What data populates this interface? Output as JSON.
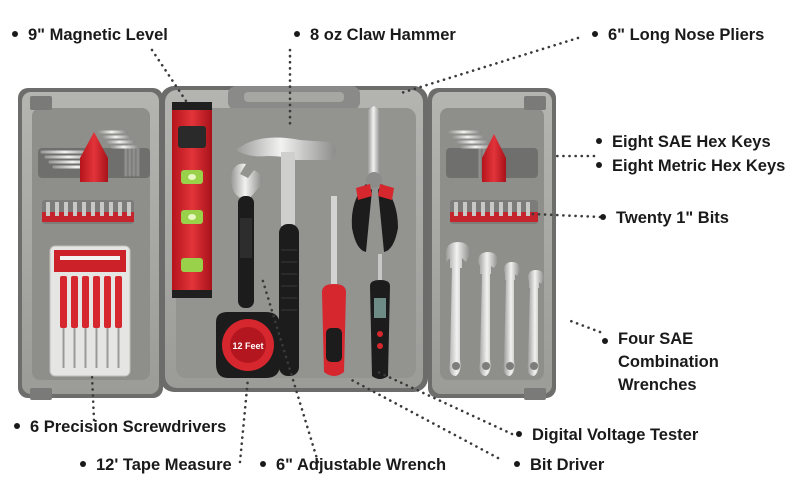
{
  "labels": {
    "magnetic_level": "9\" Magnetic Level",
    "claw_hammer": "8 oz Claw Hammer",
    "long_nose_pliers": "6\" Long Nose Pliers",
    "sae_hex_keys": "Eight SAE Hex Keys",
    "metric_hex_keys": "Eight Metric Hex Keys",
    "bits": "Twenty 1\" Bits",
    "combo_wrenches_line1": "Four SAE",
    "combo_wrenches_line2": "Combination",
    "combo_wrenches_line3": "Wrenches",
    "precision_screwdrivers": "6 Precision Screwdrivers",
    "tape_measure": "12' Tape Measure",
    "adjustable_wrench": "6\" Adjustable Wrench",
    "voltage_tester": "Digital Voltage Tester",
    "bit_driver": "Bit Driver"
  },
  "tape_text": "12 Feet",
  "colors": {
    "case_gray": "#a9a9a6",
    "tray_gray": "#8f8f8c",
    "tool_red": "#d4202a",
    "tool_black": "#1d1d1d",
    "chrome": "#d8d8d6",
    "text": "#1a1a1a"
  }
}
